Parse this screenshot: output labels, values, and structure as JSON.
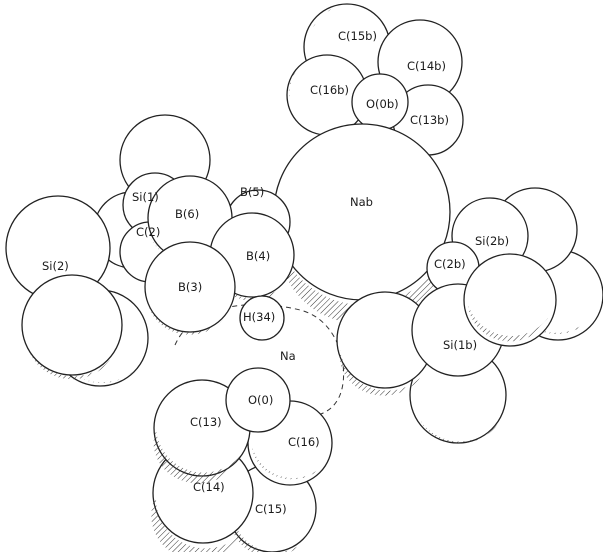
{
  "figure": {
    "labels": {
      "c15b": "C(15b)",
      "c14b": "C(14b)",
      "c16b": "C(16b)",
      "o0b": "O(0b)",
      "c13b": "C(13b)",
      "si1": "Si(1)",
      "b5": "B(5)",
      "nab": "Nab",
      "b6": "B(6)",
      "si2b": "Si(2b)",
      "c2": "C(2)",
      "si2": "Si(2)",
      "b4": "B(4)",
      "c2b": "C(2b)",
      "b3": "B(3)",
      "h34": "H(34)",
      "si1b": "Si(1b)",
      "na": "Na",
      "o0": "O(0)",
      "c13": "C(13)",
      "c16": "C(16)",
      "c14": "C(14)",
      "c15": "C(15)"
    }
  }
}
